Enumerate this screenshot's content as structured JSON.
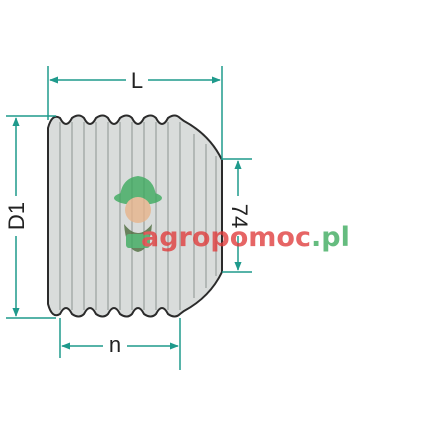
{
  "labels": {
    "length": "L",
    "diameter": "D1",
    "small_end": "74",
    "pitch": "n"
  },
  "watermark": {
    "text": "agropomoc.pl",
    "prefix": "a",
    "main": "gropomoc",
    "suffix": ".pl"
  },
  "colors": {
    "body": "#d9dcdb",
    "outline": "#2b2b2b",
    "dimension": "#1f9a8c",
    "watermark_red": "#e03a3a",
    "watermark_green": "#3aaa5c"
  }
}
